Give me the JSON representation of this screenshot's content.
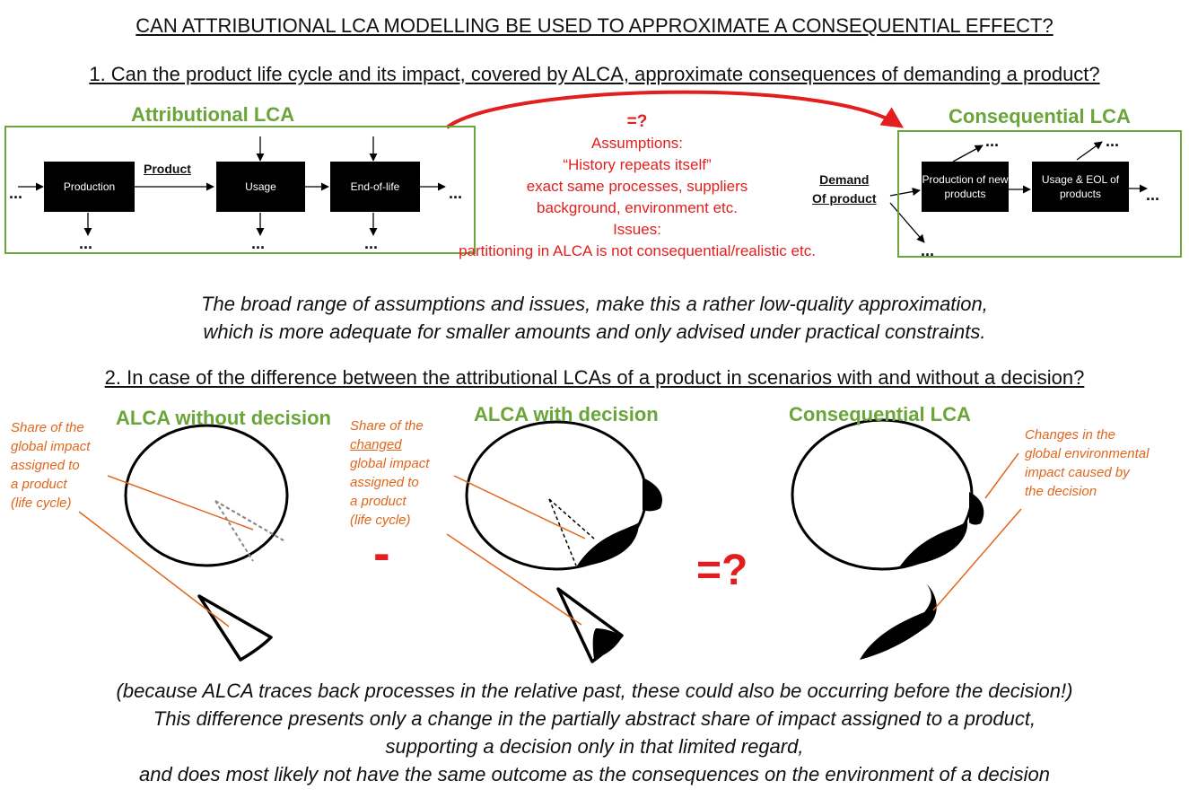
{
  "title": "CAN ATTRIBUTIONAL LCA MODELLING BE USED TO APPROXIMATE A CONSEQUENTIAL EFFECT?",
  "section1": {
    "question": "1. Can the product life cycle and its impact, covered by ALCA, approximate consequences of demanding a product?",
    "alca_title": "Attributional LCA",
    "cons_title": "Consequential LCA",
    "alca_boxes": [
      "Production",
      "Usage",
      "End-of-life"
    ],
    "product_label": "Product",
    "demand_label_1": "Demand",
    "demand_label_2": "Of product",
    "cons_boxes": [
      "Production of new products",
      "Usage & EOL of products"
    ],
    "ellipsis": "...",
    "middle_text": [
      "=?",
      "Assumptions:",
      "“History repeats itself”",
      "exact same processes, suppliers",
      "background, environment etc.",
      "Issues:",
      "partitioning in ALCA is not consequential/realistic etc."
    ],
    "conclusion": [
      "The broad range of assumptions and issues, make this a rather low-quality approximation,",
      "which is more adequate for smaller amounts and only advised under practical constraints."
    ]
  },
  "section2": {
    "question": "2. In case of the difference between the attributional LCAs of a product in scenarios with and without a decision?",
    "titles": [
      "ALCA without decision",
      "ALCA with decision",
      "Consequential LCA"
    ],
    "note_left": [
      "Share of the",
      "global impact",
      "assigned to",
      "a product",
      "(life cycle)"
    ],
    "note_mid": [
      "Share of the",
      "changed",
      "global impact",
      "assigned to",
      "a product",
      "(life cycle)"
    ],
    "note_right": [
      "Changes in the",
      "global environmental",
      "impact caused by",
      "the decision"
    ],
    "minus": "-",
    "equals": "=?",
    "conclusion": [
      "(because ALCA traces back processes in the relative past, these could also be occurring before the decision!)",
      "This difference presents only a change in the partially abstract share of impact assigned to a product,",
      "supporting a decision only in that limited regard,",
      "and does most likely not have the same outcome as the consequences on the environment of a decision"
    ]
  },
  "colors": {
    "green": "#6aa53a",
    "red": "#e21e1e",
    "orange": "#e0661c"
  }
}
